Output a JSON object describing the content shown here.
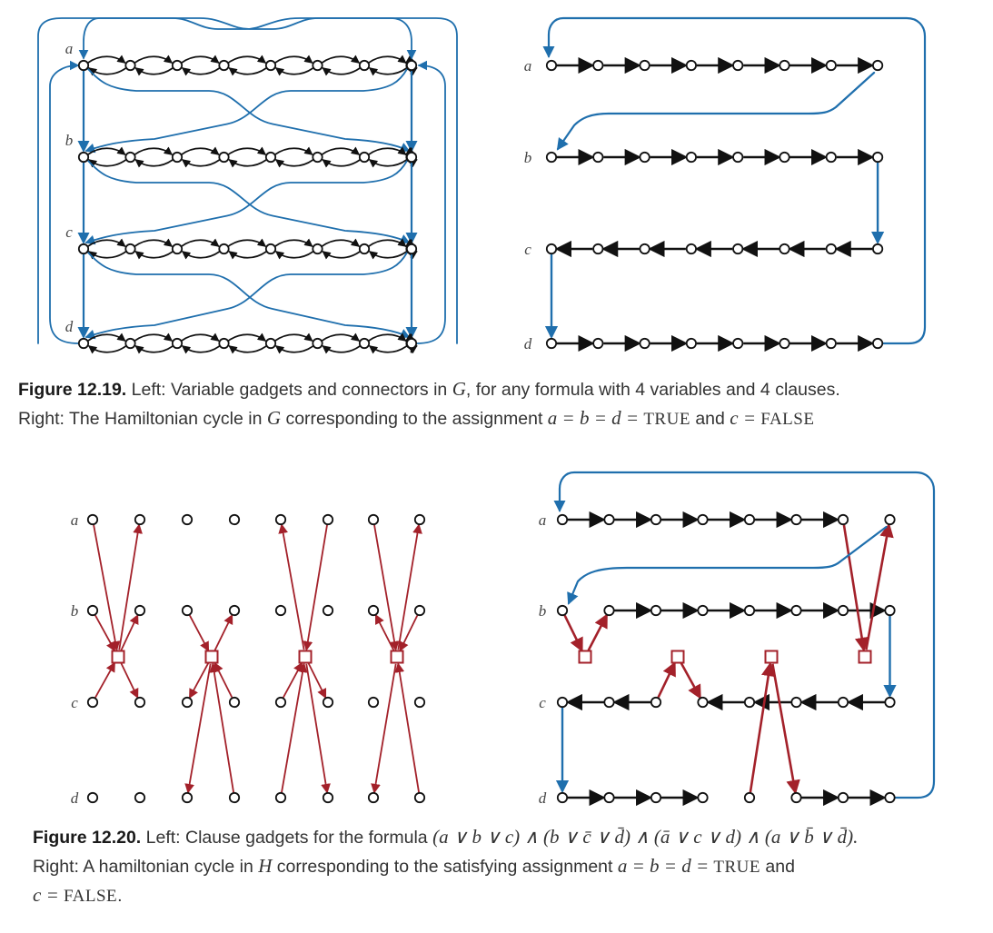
{
  "colors": {
    "blue": "#1f6fad",
    "red": "#a3212a",
    "black": "#111111"
  },
  "variables": [
    "a",
    "b",
    "c",
    "d"
  ],
  "fig1219": {
    "number": "Figure 12.19.",
    "line1_pre": "Left: Variable gadgets and connectors in ",
    "G": "G",
    "line1_post": ", for any formula with 4 variables and 4 clauses.",
    "line2_pre": "Right: The Hamiltonian cycle in ",
    "line2_mid": " corresponding to the assignment ",
    "assign1": "a = b = d = ",
    "TRUE": "TRUE",
    "and": " and ",
    "assign2": "c = ",
    "FALSE": "FALSE"
  },
  "fig1220": {
    "number": "Figure 12.20.",
    "line1_pre": "Left: Clause gadgets for the formula ",
    "formula": "(a ∨ b ∨ c) ∧ (b ∨ c̄ ∨ d̄) ∧ (ā ∨ c ∨ d) ∧ (a ∨ b̄ ∨ d̄).",
    "line2_pre": "Right: A hamiltonian cycle in ",
    "H": "H",
    "line2_mid": " corresponding to the satisfying assignment ",
    "assign1": "a = b = d = ",
    "TRUE": "TRUE",
    "and": " and",
    "assign2": "c = ",
    "FALSE": "FALSE",
    "end": "."
  }
}
